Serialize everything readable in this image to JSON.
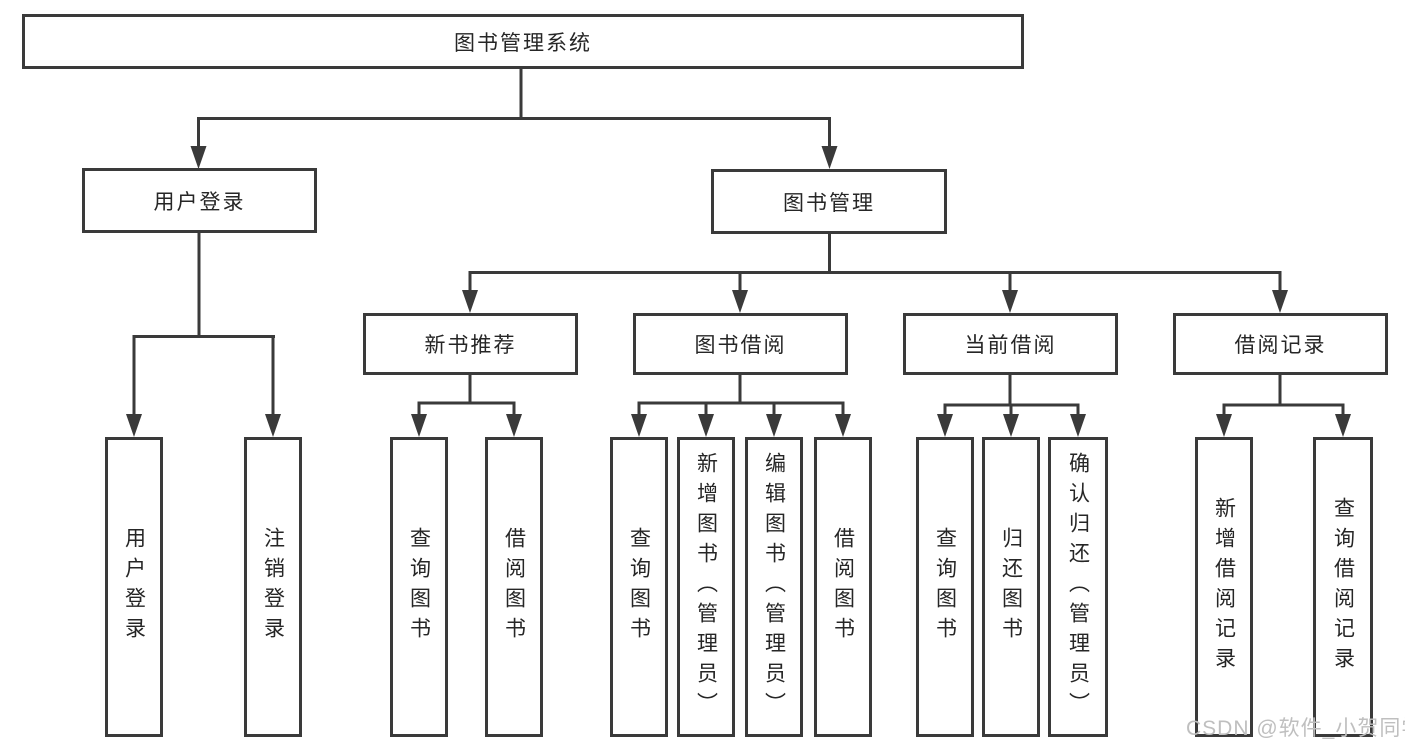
{
  "diagram": {
    "root": {
      "label": "图书管理系统"
    },
    "branches": [
      {
        "label": "用户登录",
        "children": [
          {
            "label": "用户登录"
          },
          {
            "label": "注销登录"
          }
        ]
      },
      {
        "label": "图书管理",
        "children": [
          {
            "label": "新书推荐",
            "children": [
              {
                "label": "查询图书"
              },
              {
                "label": "借阅图书"
              }
            ]
          },
          {
            "label": "图书借阅",
            "children": [
              {
                "label": "查询图书"
              },
              {
                "label": "新增图书（管理员）"
              },
              {
                "label": "编辑图书（管理员）"
              },
              {
                "label": "借阅图书"
              }
            ]
          },
          {
            "label": "当前借阅",
            "children": [
              {
                "label": "查询图书"
              },
              {
                "label": "归还图书"
              },
              {
                "label": "确认归还（管理员）"
              }
            ]
          },
          {
            "label": "借阅记录",
            "children": [
              {
                "label": "新增借阅记录"
              },
              {
                "label": "查询借阅记录"
              }
            ]
          }
        ]
      }
    ]
  },
  "watermark": {
    "text": "CSDN @软件_小贺同学"
  },
  "colors": {
    "line": "#3a3a3a",
    "text": "#262626",
    "watermark": "#bfbfbf",
    "background": "#ffffff"
  }
}
